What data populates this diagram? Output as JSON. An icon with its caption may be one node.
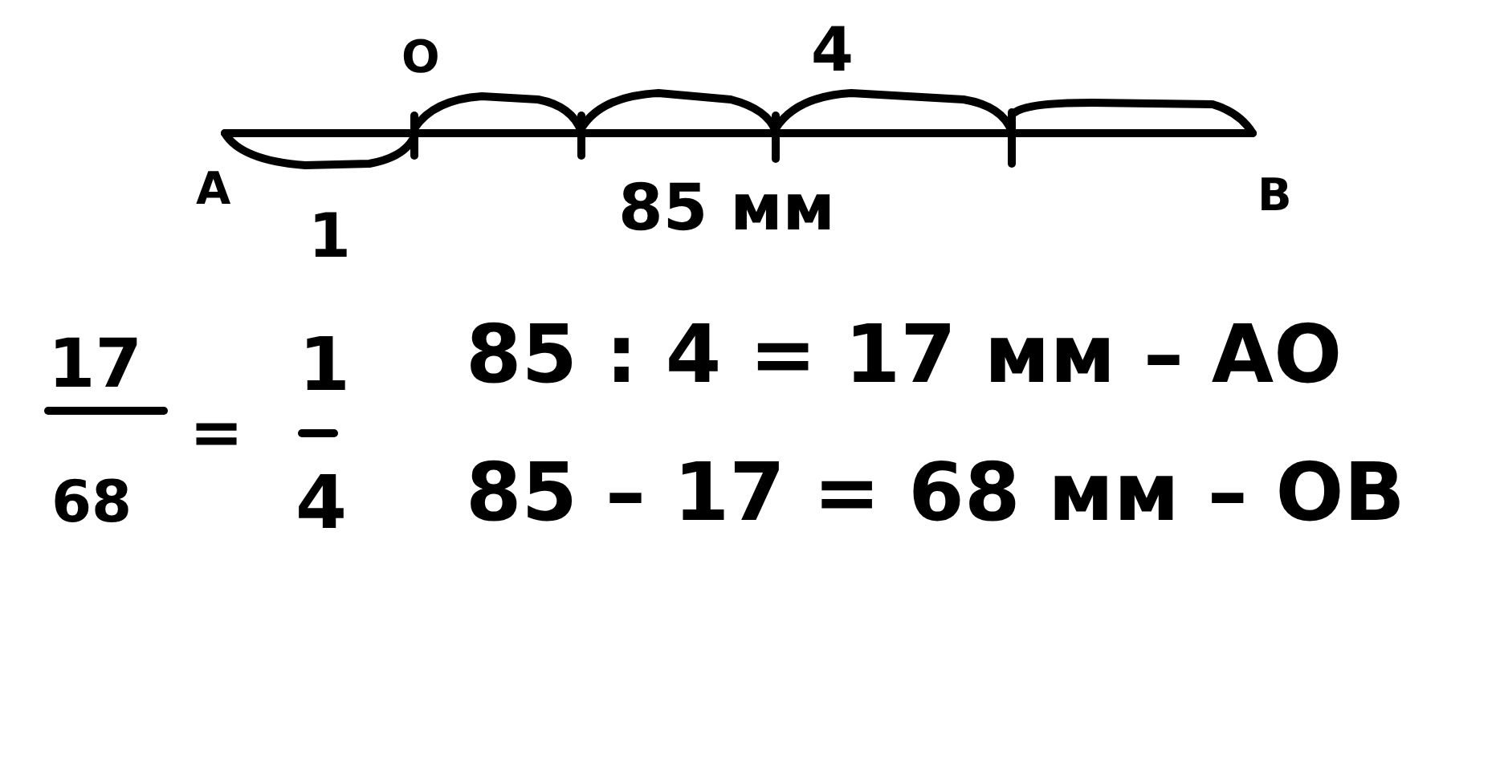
{
  "diagram": {
    "labels": [
      "O",
      "4",
      "A",
      "B",
      "1",
      "85 мм",
      "17",
      "68",
      "=",
      "1",
      "4",
      "85 : 4 = 17 мм – AO",
      "85 – 17 = 68 мм – OB"
    ]
  }
}
